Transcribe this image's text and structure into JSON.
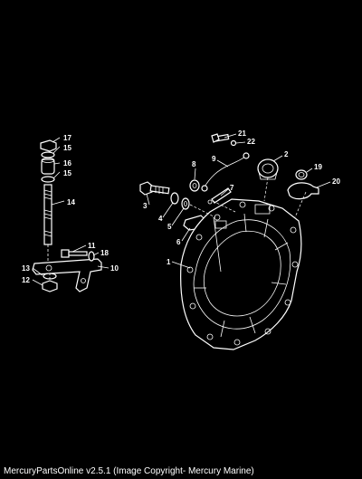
{
  "caption": "MercuryPartsOnline v2.5.1 (Image Copyright- Mercury Marine)",
  "colors": {
    "background": "#000000",
    "foreground": "#ffffff"
  },
  "callouts": [
    "1",
    "2",
    "3",
    "4",
    "5",
    "6",
    "7",
    "8",
    "9",
    "10",
    "11",
    "12",
    "13",
    "14",
    "15",
    "15",
    "16",
    "17",
    "18",
    "19",
    "20",
    "21",
    "22"
  ]
}
